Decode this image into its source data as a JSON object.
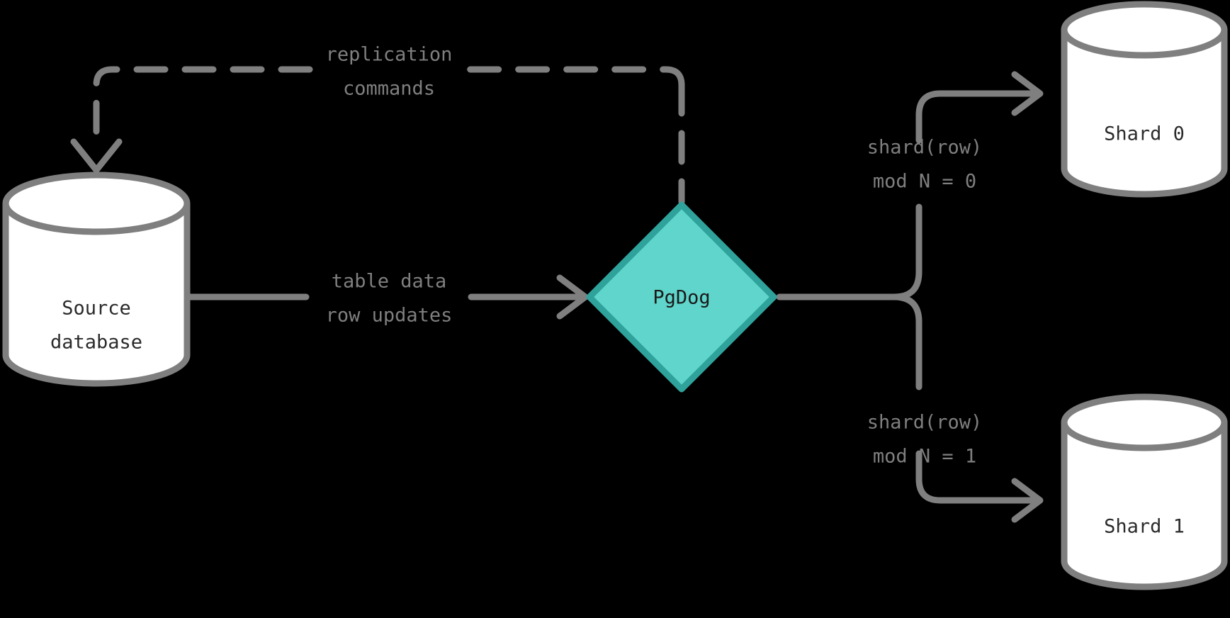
{
  "diagram": {
    "title": "PgDog sharded logical replication",
    "background_color": "#000000",
    "stroke_color": "#7f7f7f",
    "accent_fill": "#5FD5CB",
    "accent_stroke": "#2FA39B",
    "node_fill": "#ffffff",
    "text_dark": "#2b2b2b",
    "nodes": {
      "source": {
        "label_line1": "Source",
        "label_line2": "database",
        "shape": "cylinder"
      },
      "pgdog": {
        "label": "PgDog",
        "shape": "diamond"
      },
      "shard0": {
        "label": "Shard 0",
        "shape": "cylinder"
      },
      "shard1": {
        "label": "Shard 1",
        "shape": "cylinder"
      }
    },
    "edges": {
      "replication": {
        "label_line1": "replication",
        "label_line2": "commands",
        "style": "dashed",
        "from": "pgdog",
        "to": "source"
      },
      "table_data": {
        "label_line1": "table data",
        "label_line2": "row updates",
        "style": "solid",
        "from": "source",
        "to": "pgdog"
      },
      "to_shard0": {
        "label_line1": "shard(row)",
        "label_line2": "mod N = 0",
        "style": "solid",
        "from": "pgdog",
        "to": "shard0"
      },
      "to_shard1": {
        "label_line1": "shard(row)",
        "label_line2": "mod N = 1",
        "style": "solid",
        "from": "pgdog",
        "to": "shard1"
      }
    }
  }
}
